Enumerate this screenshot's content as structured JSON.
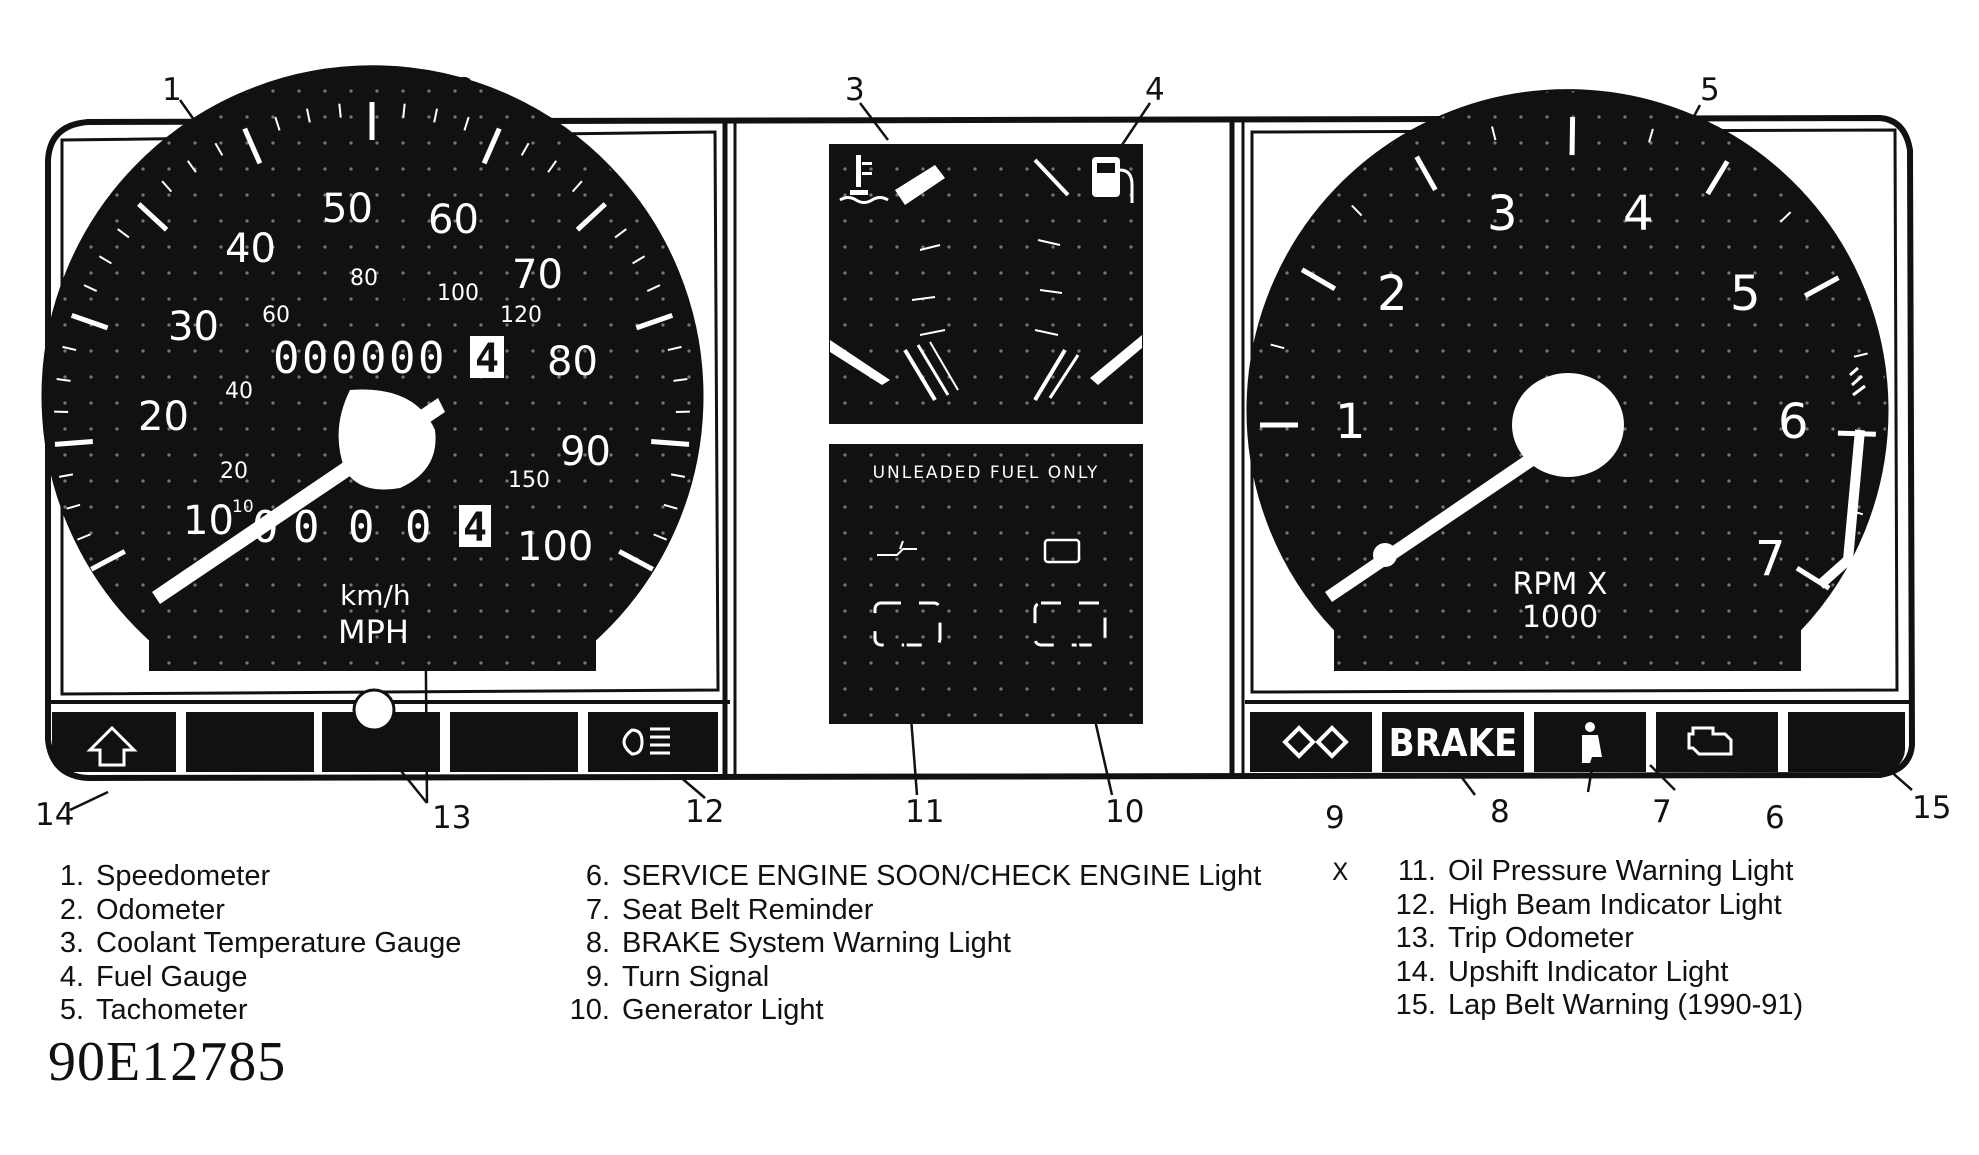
{
  "speedometer": {
    "mph_labels": [
      "10",
      "20",
      "30",
      "40",
      "50",
      "60",
      "70",
      "80",
      "90",
      "100"
    ],
    "kmh_labels": [
      "10",
      "20",
      "40",
      "60",
      "80",
      "100",
      "120",
      "150"
    ],
    "odometer_digits": [
      "0",
      "0",
      "0",
      "0",
      "0",
      "0",
      "4"
    ],
    "trip_digits": [
      "0",
      "0",
      "0",
      "0",
      "4"
    ],
    "unit_kmh": "km/h",
    "unit_mph": "MPH"
  },
  "fuel_panel": {
    "notice": "UNLEADED FUEL ONLY"
  },
  "tachometer": {
    "labels": [
      "1",
      "2",
      "3",
      "4",
      "5",
      "6",
      "7"
    ],
    "unit_line1": "RPM X",
    "unit_line2": "1000"
  },
  "indicators": {
    "brake_label": "BRAKE"
  },
  "callouts": [
    "1",
    "2",
    "3",
    "4",
    "5",
    "6",
    "7",
    "8",
    "9",
    "10",
    "11",
    "12",
    "13",
    "14",
    "15"
  ],
  "legend": [
    {
      "num": "1.",
      "text": "Speedometer"
    },
    {
      "num": "2.",
      "text": "Odometer"
    },
    {
      "num": "3.",
      "text": "Coolant Temperature Gauge"
    },
    {
      "num": "4.",
      "text": "Fuel Gauge"
    },
    {
      "num": "5.",
      "text": "Tachometer"
    },
    {
      "num": "6.",
      "text": "SERVICE ENGINE SOON/CHECK ENGINE Light"
    },
    {
      "num": "7.",
      "text": "Seat Belt Reminder"
    },
    {
      "num": "8.",
      "text": "BRAKE System Warning Light"
    },
    {
      "num": "9.",
      "text": "Turn Signal"
    },
    {
      "num": "10.",
      "text": "Generator Light"
    },
    {
      "num": "11.",
      "text": "Oil Pressure Warning Light"
    },
    {
      "num": "12.",
      "text": "High Beam Indicator Light"
    },
    {
      "num": "13.",
      "text": "Trip Odometer"
    },
    {
      "num": "14.",
      "text": "Upshift Indicator Light"
    },
    {
      "num": "15.",
      "text": "Lap Belt Warning (1990-91)"
    }
  ],
  "stray_mark": "X",
  "figure_code": "90E12785"
}
